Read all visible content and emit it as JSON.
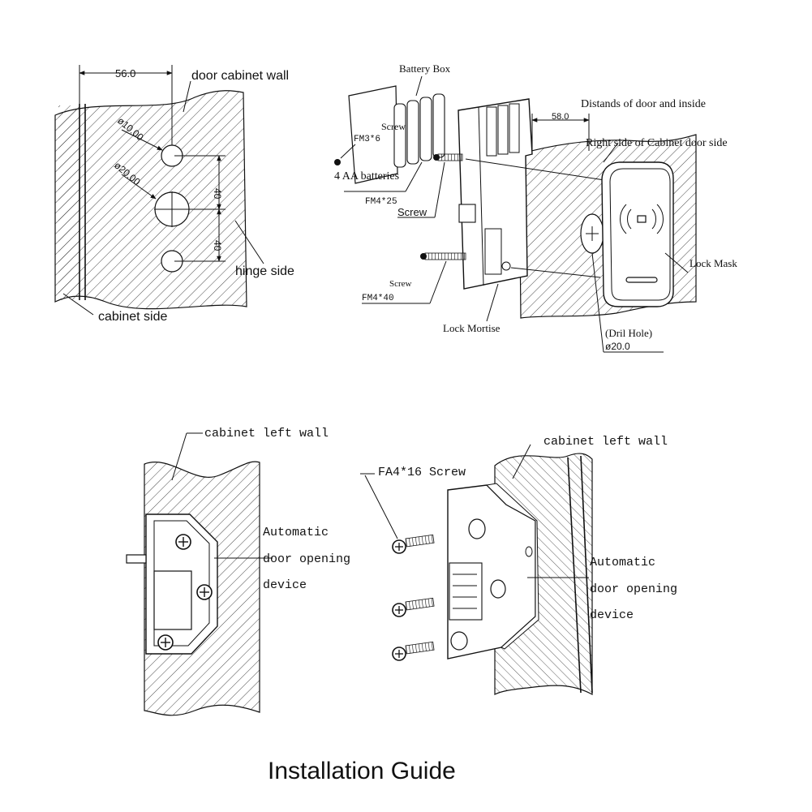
{
  "title": "Installation Guide",
  "panel_drill": {
    "dim_width": "56.0",
    "dim_small_hole": "ø10.00",
    "dim_big_hole": "ø20.00",
    "dim_upper_gap": "40",
    "dim_lower_gap": "40",
    "label_door_wall": "door cabinet wall",
    "label_hinge": "hinge side",
    "label_cabinet": "cabinet side"
  },
  "panel_lock": {
    "battery_box": "Battery Box",
    "screw_top": "Screw",
    "screw_top_spec": "FM3*6",
    "batteries": "4 AA batteries",
    "screw_mid_spec": "FM4*25",
    "screw_mid": "Screw",
    "screw_low": "Screw",
    "screw_low_spec": "FM4*40",
    "distance_label": "Distands of door and inside",
    "distance_value": "58.0",
    "right_side_label": "Right side of Cabinet door side",
    "lock_mask": "Lock Mask",
    "lock_mortise": "Lock Mortise",
    "drill_hole": "(Dril Hole)",
    "drill_dia": "ø20.0"
  },
  "panel_device_front": {
    "wall_label": "cabinet left wall",
    "device_line1": "Automatic",
    "device_line2": "door opening",
    "device_line3": "device"
  },
  "panel_device_exploded": {
    "wall_label": "cabinet left wall",
    "screw_label": "FA4*16 Screw",
    "device_line1": "Automatic",
    "device_line2": "door opening",
    "device_line3": "device"
  }
}
